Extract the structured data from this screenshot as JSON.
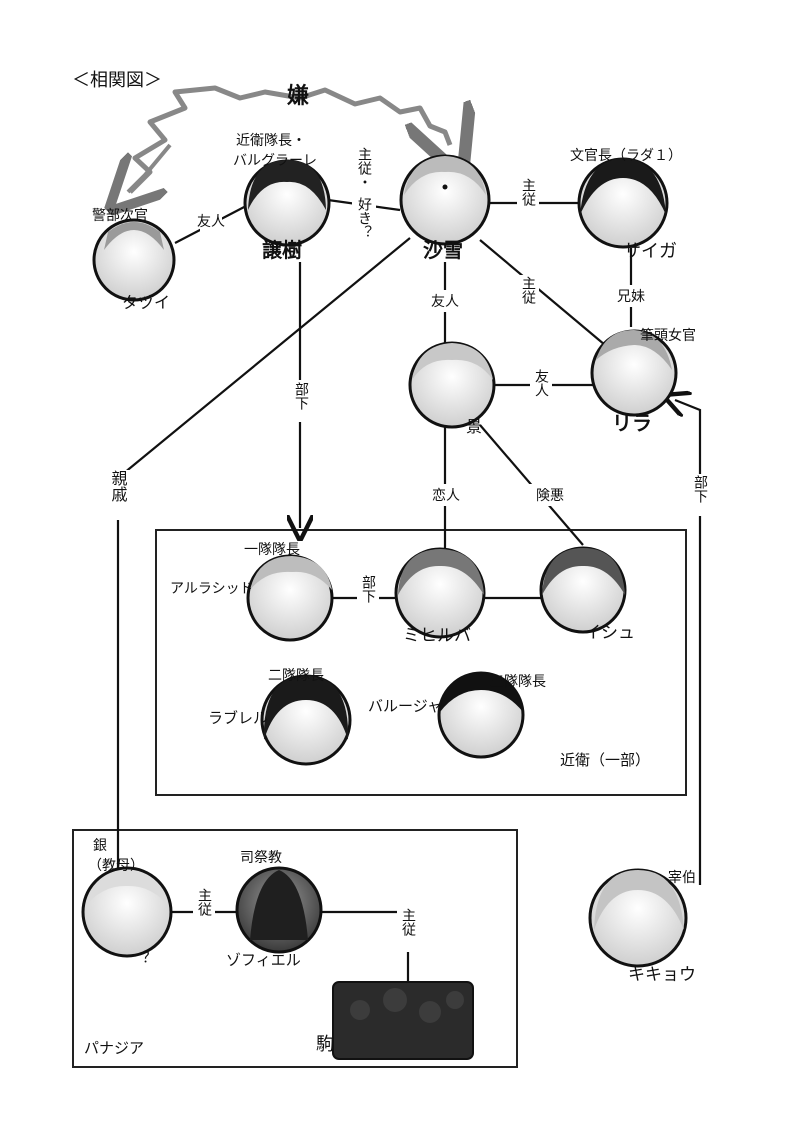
{
  "title": "＜相関図＞",
  "dislike_label": "嫌",
  "groups": {
    "konoe": "近衛（一部）",
    "panagia": "パナジア"
  },
  "characters": {
    "sasetsu": "沙雪",
    "jouki": "譲樹",
    "jouki_title1": "近衛隊長・",
    "jouki_title2": "バルグラーレ",
    "tazui": "タヅイ",
    "tazui_title": "警部次官",
    "saiga": "サイガ",
    "saiga_title": "文官長（ラダ１）",
    "rira": "リラ",
    "rira_title": "筆頭女官",
    "kei": "景",
    "arurashid": "アルラシッド",
    "arurashid_title": "一隊隊長",
    "mihiruba": "ミヒルバ",
    "ishu": "イシュ",
    "raburel": "ラブレル",
    "raburel_title": "二隊隊長",
    "baruja": "バルージャ",
    "baruja_title": "三隊隊長",
    "gin": "？",
    "gin_title1": "銀",
    "gin_title2": "（教母）",
    "sofiel": "ゾフィエル",
    "sofiel_title": "司祭教",
    "koma": "駒",
    "kikyou": "キキョウ",
    "kikyou_title": "宰伯"
  },
  "relations": {
    "yujin": "友人",
    "shuju": "主従",
    "shuju_suki1": "主従・",
    "shuju_suki2": "好き？",
    "buka": "部下",
    "kyodai": "兄妹",
    "koibito": "恋人",
    "kenaku": "険悪",
    "shinseki": "親戚"
  }
}
